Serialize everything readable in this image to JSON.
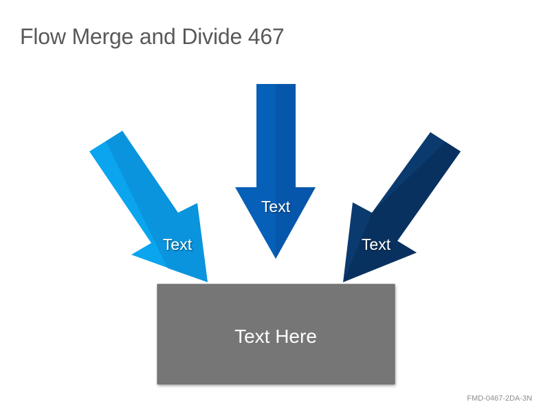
{
  "title": "Flow Merge and Divide 467",
  "arrows": [
    {
      "label": "Text",
      "color": "#0aa5ee",
      "shade": "#0a86d0"
    },
    {
      "label": "Text",
      "color": "#0660b8",
      "shade": "#0652a3"
    },
    {
      "label": "Text",
      "color": "#0b3a6e",
      "shade": "#082c55"
    }
  ],
  "target_box": {
    "label": "Text Here",
    "color": "#767676"
  },
  "footer_code": "FMD-0467-2DA-3N"
}
